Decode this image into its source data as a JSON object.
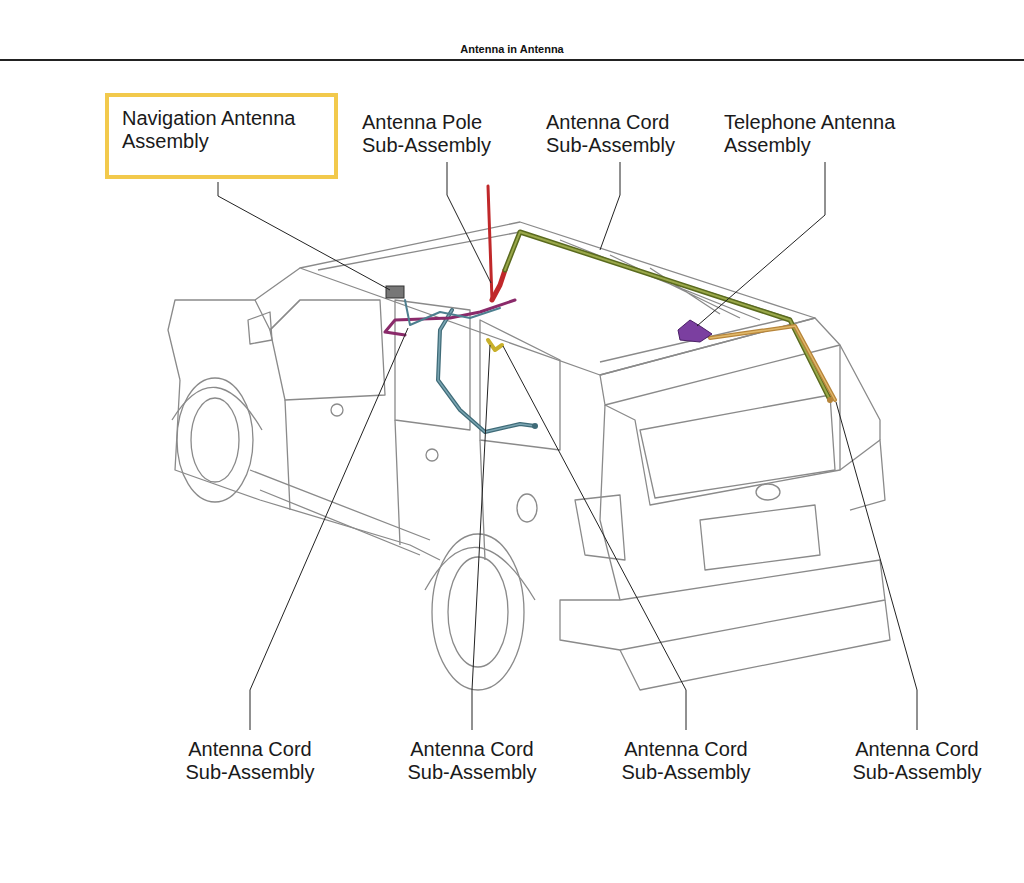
{
  "diagram": {
    "title": "Antenna in Antenna",
    "nodes": [
      {
        "text": [
          "Navigation Antenna Assembly"
        ]
      }
    ],
    "labels": [
      "Antenna Pole Sub-Assembly",
      "Antenna Cord Sub-Assembly",
      "Telephone Antenna Assembly",
      "Antenna Cord Sub-Assembly",
      "Antenna Cord Sub-Assembly",
      "Antenna Cord Sub-Assembly",
      "Antenna Cord Sub-Assembly"
    ]
  }
}
